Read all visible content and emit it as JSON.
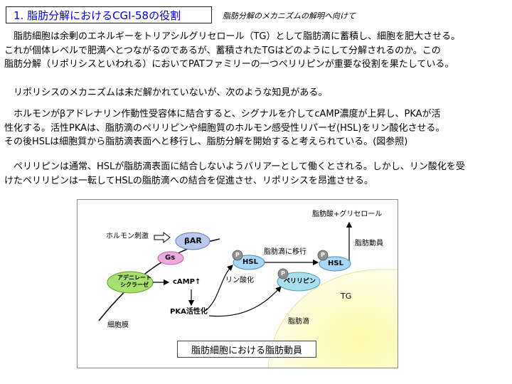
{
  "header": {
    "title": "1. 脂肪分解におけるCGI-58の役割",
    "subtitle": "脂肪分解のメカニズムの解明へ向けて"
  },
  "paragraphs": [
    [
      "　脂肪細胞は余剰のエネルギーをトリアシルグリセロール（TG）として脂肪滴に蓄積し、細胞を肥大させる。",
      "これが個体レベルで肥満へとつながるのであるが、蓄積されたTGはどのようにして分解されるのか。この",
      "脂肪分解（リポリシスといわれる）においてPATファミリーの一つペリリピンが重要な役割を果たしている。"
    ],
    [
      "　リポリシスのメカニズムは未だ解かれていないが、次のような知見がある。"
    ],
    [
      "　ホルモンがβアドレナリン作動性受容体に結合すると、シグナルを介してcAMP濃度が上昇し、PKAが活",
      "性化する。活性PKAは、脂肪滴のペリリピンや細胞質のホルモン感受性リパーゼ(HSL)をリン酸化させる。",
      "その後HSLは細胞質から脂肪滴表面へと移行し、脂肪分解を開始すると考えられている。(図参照)"
    ],
    [
      "　ペリリピンは通常、HSLが脂肪滴表面に結合しないようバリアーとして働くとされる。しかし、リン酸化を受",
      "けたペリリピンは一転してHSLの脂肪滴への結合を促進させ、リポリシスを昂進させる。"
    ]
  ],
  "figure": {
    "hormone_label": "ホルモン刺激",
    "beta_ar": "βAR",
    "gs": "Gs",
    "adenylate_cyclase": "アデニレート\nシクラーゼ",
    "camp": "cAMP↑",
    "pka": "PKA活性化",
    "phosphorylation": "リン酸化",
    "translocation": "脂肪滴に移行",
    "hsl": "HSL",
    "hsl_moved": "HSL",
    "perilipin": "ペリリピン",
    "p_mark": "P",
    "tg": "TG",
    "fatty_acid": "脂肪酸+グリセロール",
    "fat_mobilization": "脂肪動員",
    "cell_membrane": "細胞膜",
    "lipid_droplet": "脂肪滴",
    "caption": "脂肪細胞における脂肪動員"
  },
  "colors": {
    "title_text": "#0000cc",
    "receptor": "#b8c8ee",
    "gs": "#f0a8e0",
    "adenylate_cyclase": "#a8e070",
    "hsl": "#a8d8f8",
    "perilipin": "#a8e0f0",
    "phosphate": "#909090",
    "lipid_droplet": "#fcfcd0",
    "lipid_droplet_edge": "#e8e8a0"
  }
}
